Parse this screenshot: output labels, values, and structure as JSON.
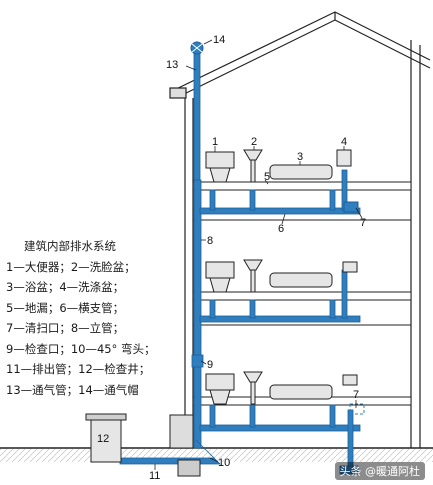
{
  "legend": {
    "title": "建筑内部排水系统",
    "lines": [
      "1—大便器；2—洗脸盆；",
      "3—浴盆；4—洗涤盆；",
      "5—地漏；6—横支管；",
      "7—清扫口；8—立管；",
      "9—检查口；10—45° 弯头；",
      "11—排出管；12—检查井；",
      "13—通气管；14—通气帽"
    ]
  },
  "callouts": [
    "1",
    "2",
    "3",
    "4",
    "5",
    "6",
    "7",
    "8",
    "9",
    "7",
    "10",
    "11",
    "12",
    "13",
    "14"
  ],
  "watermark": "头条 @暖通阿杜",
  "colors": {
    "pipe": "#2f7fbf",
    "pipe_dark": "#1f5f98",
    "line": "#222222",
    "wall_fill": "#eeeeee",
    "fixture_fill": "#e6e6e6"
  }
}
